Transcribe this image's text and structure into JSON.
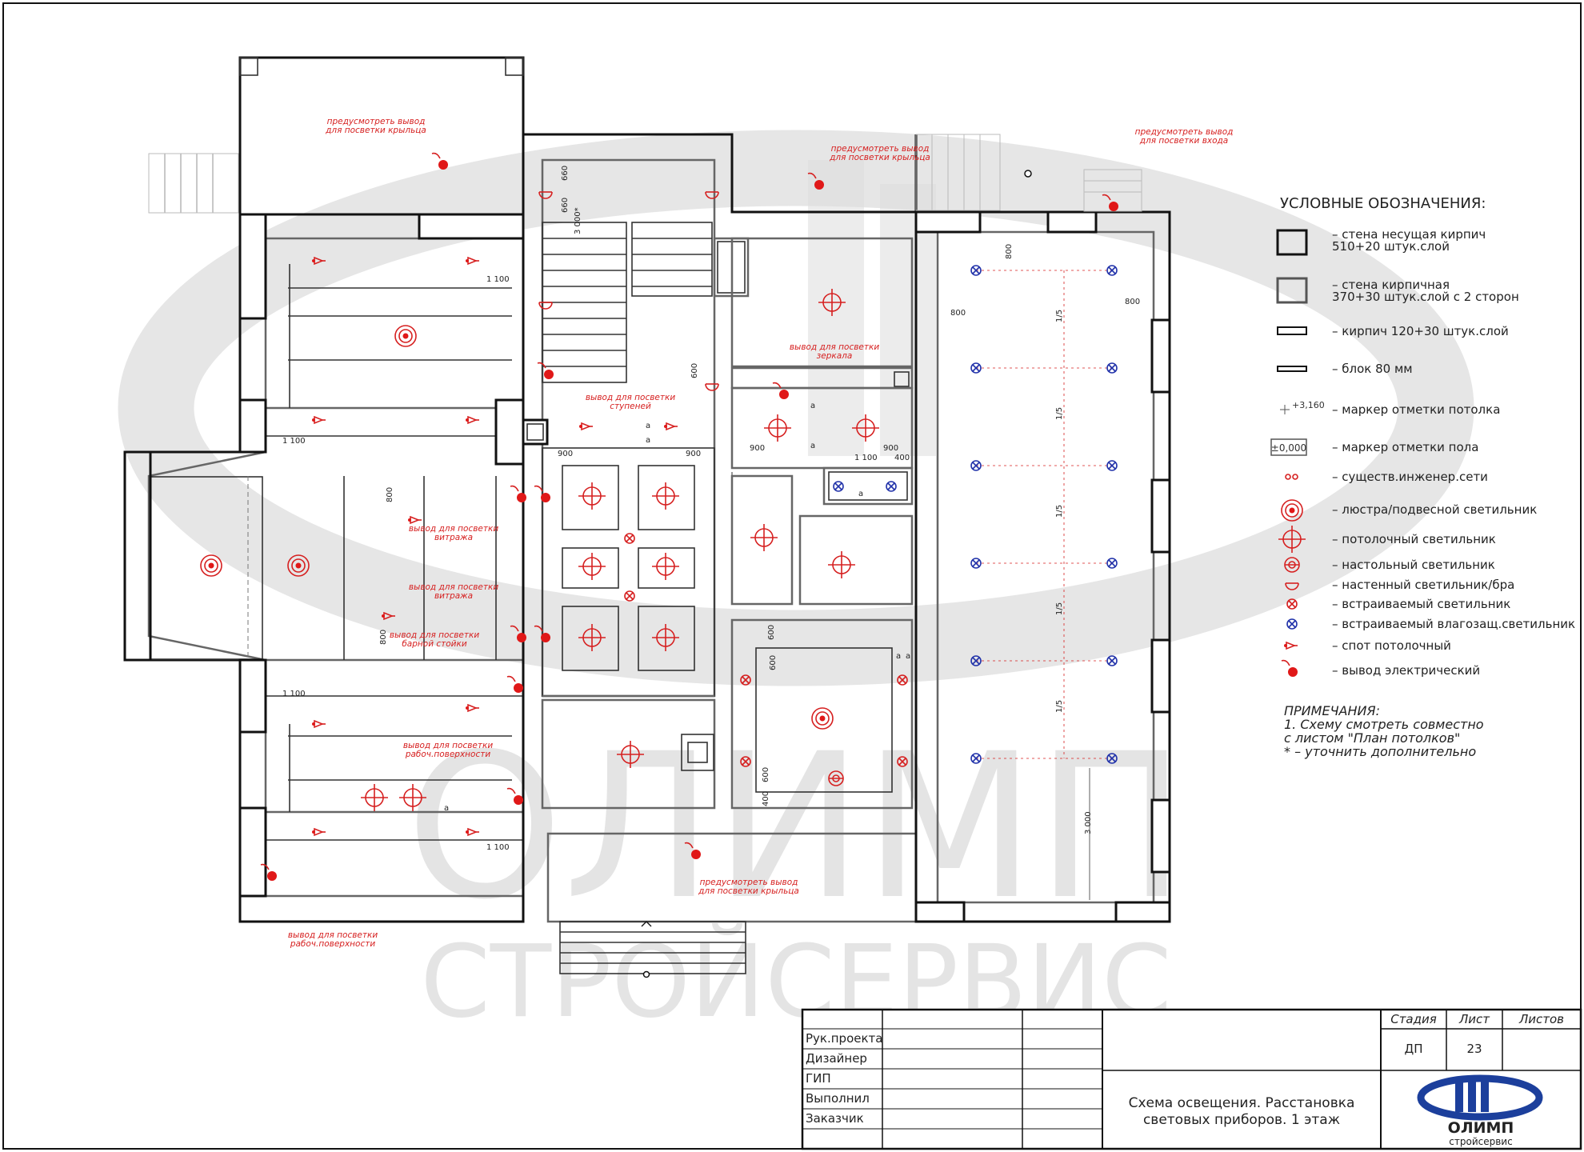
{
  "legend": {
    "title": "УСЛОВНЫЕ ОБОЗНАЧЕНИЯ:",
    "items": [
      {
        "icon": "wall-load-bearing-icon",
        "text": "– стена несущая кирпич",
        "text2": "510+20 штук.слой"
      },
      {
        "icon": "wall-brick-icon",
        "text": "– стена кирпичная",
        "text2": "370+30 штук.слой с 2 сторон"
      },
      {
        "icon": "brick-partition-icon",
        "text": "– кирпич 120+30 штук.слой"
      },
      {
        "icon": "block-partition-icon",
        "text": "– блок 80 мм"
      },
      {
        "icon": "ceiling-mark-icon",
        "text": "– маркер отметки потолка",
        "sample": "+3,160"
      },
      {
        "icon": "floor-mark-icon",
        "text": "– маркер отметки пола",
        "sample": "±0,000"
      },
      {
        "icon": "engineering-networks-icon",
        "text": "– существ.инженер.сети"
      },
      {
        "icon": "chandelier-icon",
        "text": "– люстра/подвесной светильник"
      },
      {
        "icon": "ceiling-light-icon",
        "text": "– потолочный светильник"
      },
      {
        "icon": "table-lamp-icon",
        "text": "– настольный светильник"
      },
      {
        "icon": "wall-lamp-icon",
        "text": "– настенный светильник/бра"
      },
      {
        "icon": "recessed-light-icon",
        "text": "– встраиваемый светильник"
      },
      {
        "icon": "recessed-waterproof-light-icon",
        "text": "– встраиваемый влагозащ.светильник"
      },
      {
        "icon": "ceiling-spot-icon",
        "text": "– спот потолочный"
      },
      {
        "icon": "electric-outlet-icon",
        "text": "– вывод электрический"
      }
    ]
  },
  "notes": {
    "title": "ПРИМЕЧАНИЯ:",
    "lines": [
      "1. Схему смотреть совместно",
      "с листом \"План потолков\"",
      "* – уточнить дополнительно"
    ]
  },
  "plan_notes": {
    "porch_top": [
      "предусмотреть вывод",
      "для посветки крыльца"
    ],
    "porch_mid": [
      "предусмотреть вывод",
      "для посветки крыльца"
    ],
    "entrance": [
      "предусмотреть вывод",
      "для посветки входа"
    ],
    "mirror": [
      "вывод для посветки",
      "зеркала"
    ],
    "steps": [
      "вывод для посветки",
      "ступеней"
    ],
    "stained_glass_1": [
      "вывод для посветки",
      "витража"
    ],
    "stained_glass_2": [
      "вывод для посветки",
      "витража"
    ],
    "bar": [
      "вывод для посветки",
      "барной стойки"
    ],
    "work_surface_1": [
      "вывод для посветки",
      "рабоч.поверхности"
    ],
    "work_surface_2": [
      "вывод для посветки",
      "рабоч.поверхности"
    ],
    "porch_bottom": [
      "предусмотреть вывод",
      "для посветки крыльца"
    ]
  },
  "dimensions": {
    "d1100": "1 100",
    "d900": "900",
    "d800": "800",
    "d600": "600",
    "d660": "660",
    "d400": "400",
    "d3000": "3 000",
    "d3000b": "3 000*",
    "d15": "1/5",
    "da": "a"
  },
  "watermark": {
    "brand": "ОЛИМП",
    "sub": "СТРОЙСЕРВИС"
  },
  "title_block": {
    "roles": [
      "Рук.проекта",
      "Дизайнер",
      "ГИП",
      "Выполнил",
      "Заказчик"
    ],
    "stage_label": "Стадия",
    "sheet_label": "Лист",
    "sheets_label": "Листов",
    "stage": "ДП",
    "sheet": "23",
    "sheets": "",
    "title_line1": "Схема освещения. Расстановка",
    "title_line2": "световых приборов. 1 этаж",
    "logo_name": "ОЛИМП",
    "logo_sub": "стройсервис"
  },
  "colors": {
    "accent": "#d62020",
    "blue": "#1c3f9c",
    "wall": "#111111",
    "watermark": "#d9d9d9"
  }
}
